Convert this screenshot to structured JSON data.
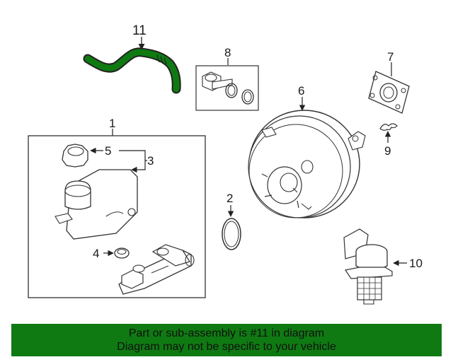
{
  "diagram": {
    "callouts": {
      "c1": "1",
      "c2": "2",
      "c3": "3",
      "c4": "4",
      "c5": "5",
      "c6": "6",
      "c7": "7",
      "c8": "8",
      "c9": "9",
      "c10": "10",
      "c11": "11"
    },
    "highlight_color": "#0f7a12",
    "highlighted_part": "11"
  },
  "banner": {
    "line1": "Part or sub-assembly is #11 in diagram",
    "line2": "Diagram may not be specific to your vehicle",
    "background": "#0f7a12"
  }
}
